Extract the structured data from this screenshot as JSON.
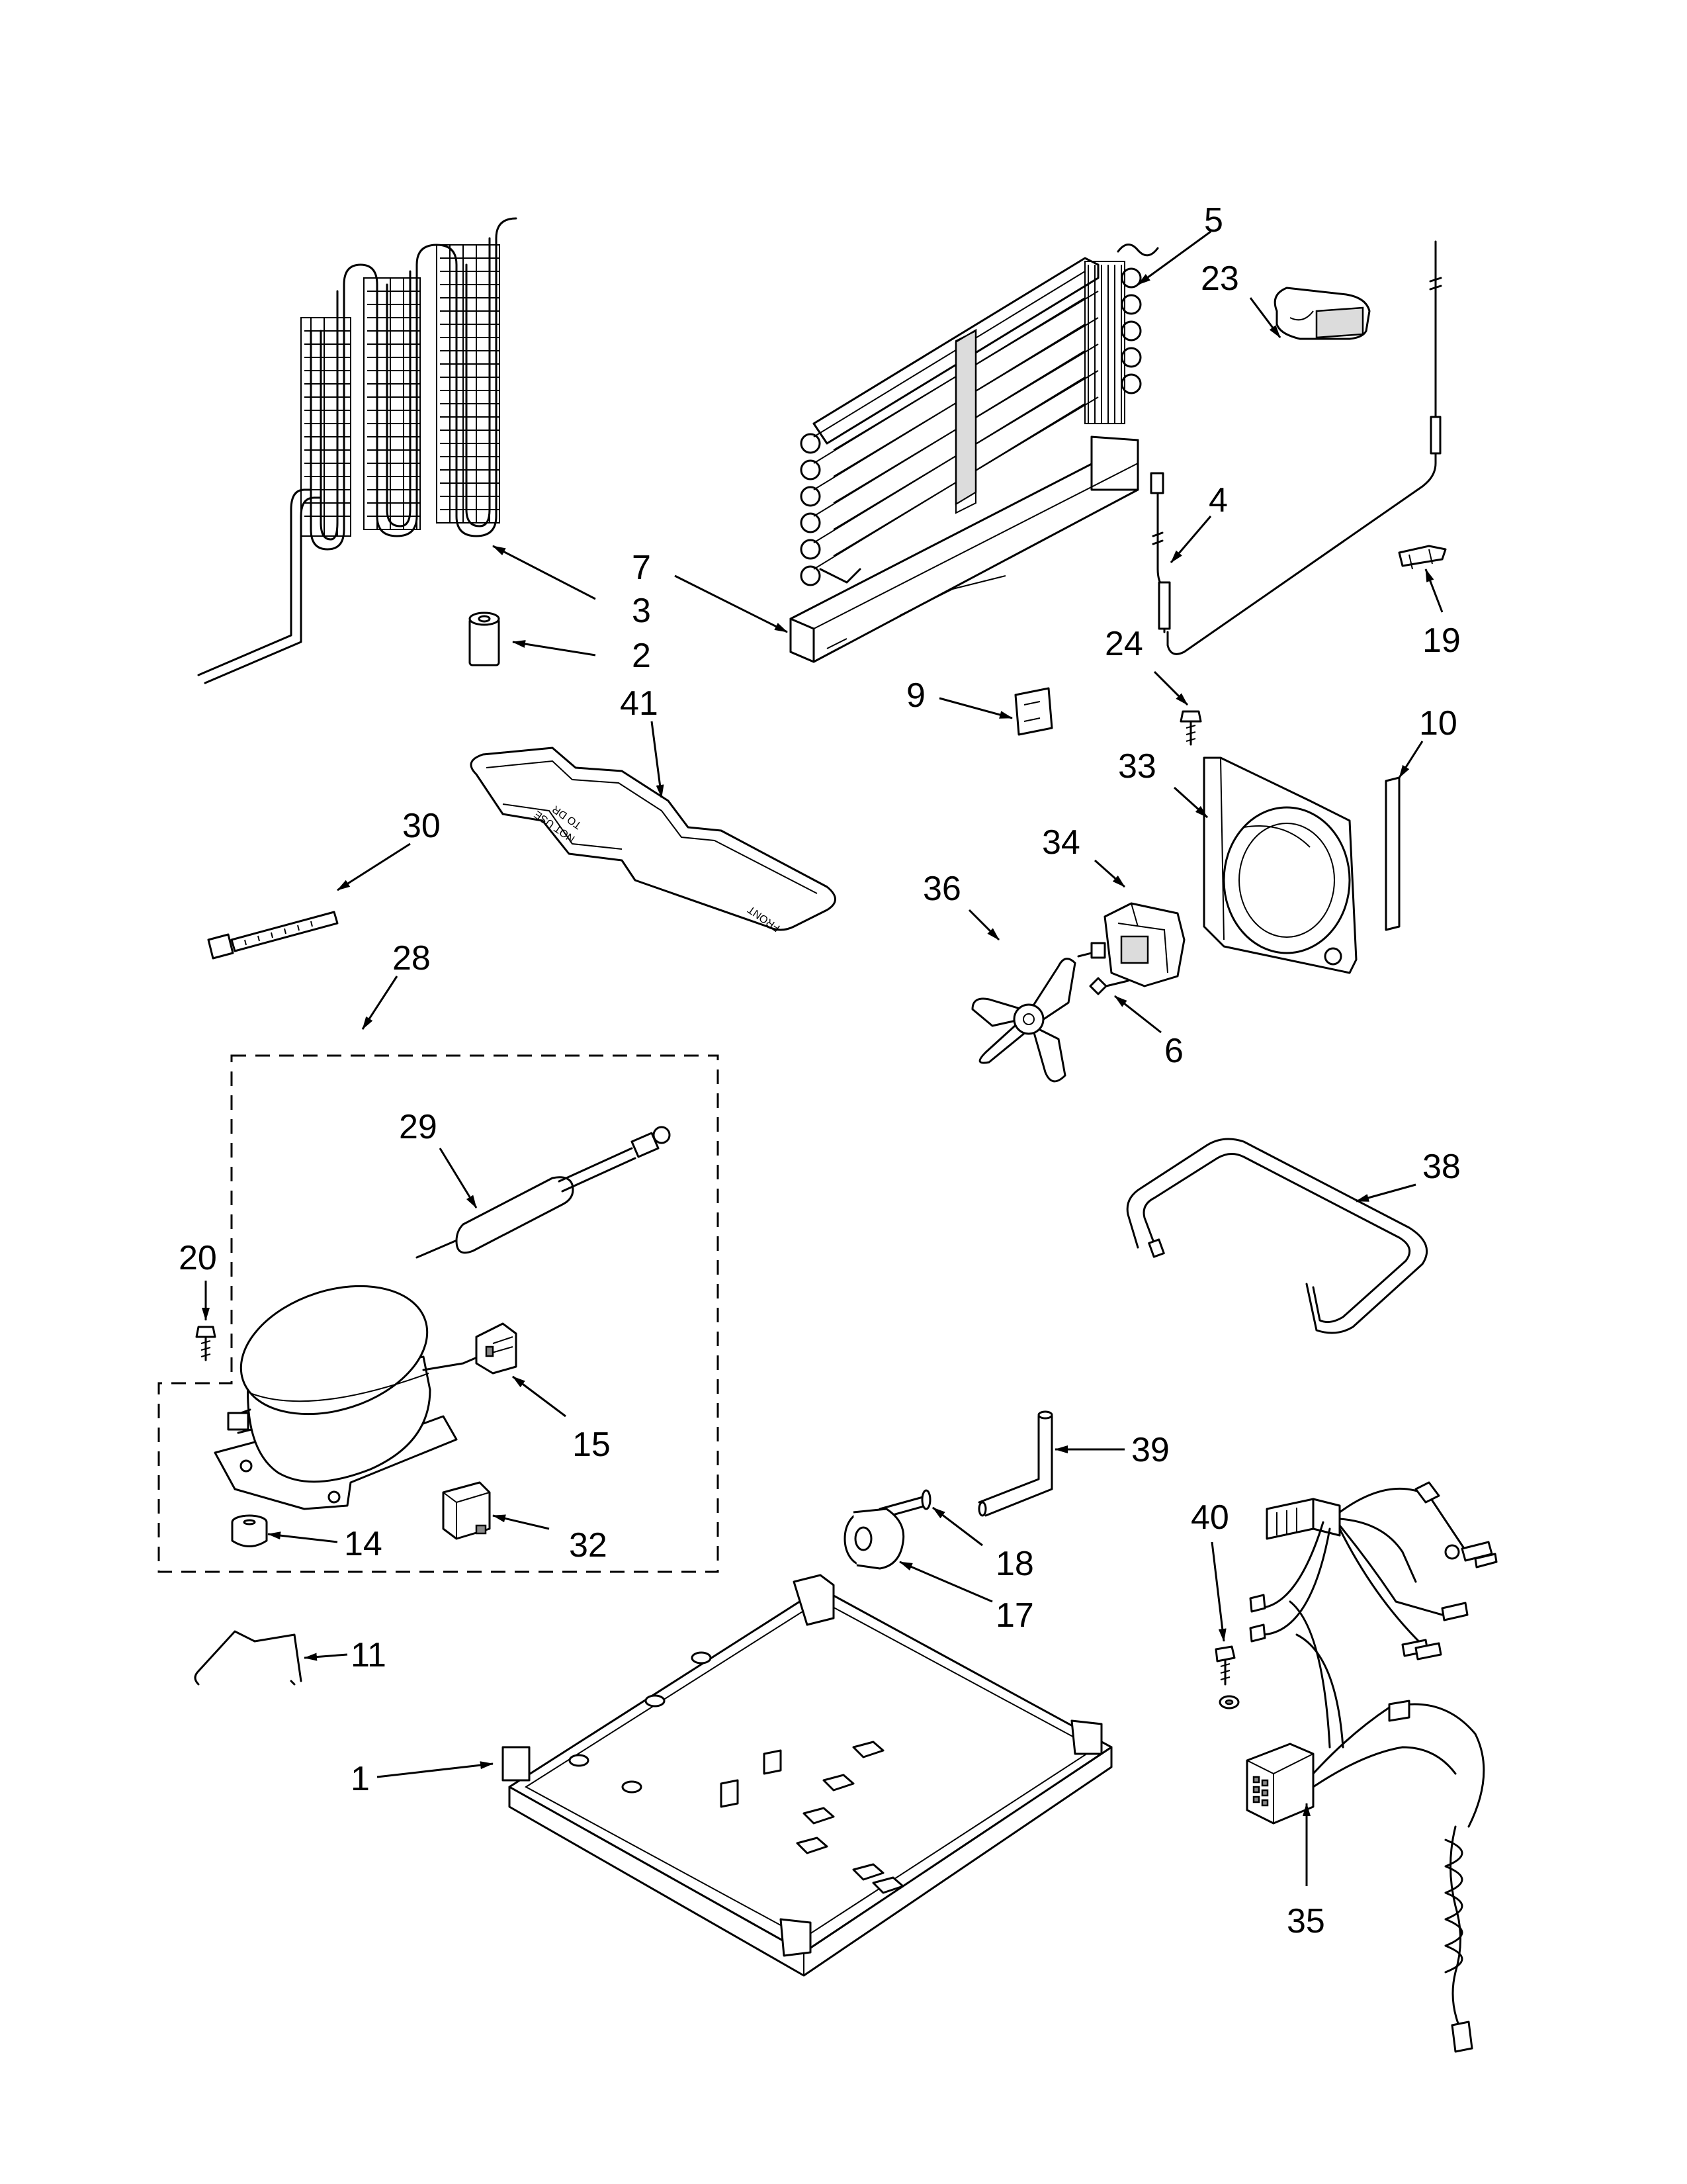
{
  "callouts": [
    {
      "id": "c5",
      "text": "5"
    },
    {
      "id": "c23",
      "text": "23"
    },
    {
      "id": "c4",
      "text": "4"
    },
    {
      "id": "c7",
      "text": "7"
    },
    {
      "id": "c3",
      "text": "3"
    },
    {
      "id": "c2",
      "text": "2"
    },
    {
      "id": "c19",
      "text": "19"
    },
    {
      "id": "c24",
      "text": "24"
    },
    {
      "id": "c41",
      "text": "41"
    },
    {
      "id": "c9",
      "text": "9"
    },
    {
      "id": "c10",
      "text": "10"
    },
    {
      "id": "c33",
      "text": "33"
    },
    {
      "id": "c30",
      "text": "30"
    },
    {
      "id": "c34",
      "text": "34"
    },
    {
      "id": "c36",
      "text": "36"
    },
    {
      "id": "c28",
      "text": "28"
    },
    {
      "id": "c6",
      "text": "6"
    },
    {
      "id": "c29",
      "text": "29"
    },
    {
      "id": "c38",
      "text": "38"
    },
    {
      "id": "c20",
      "text": "20"
    },
    {
      "id": "c15",
      "text": "15"
    },
    {
      "id": "c39",
      "text": "39"
    },
    {
      "id": "c40",
      "text": "40"
    },
    {
      "id": "c14",
      "text": "14"
    },
    {
      "id": "c32",
      "text": "32"
    },
    {
      "id": "c18",
      "text": "18"
    },
    {
      "id": "c17",
      "text": "17"
    },
    {
      "id": "c11",
      "text": "11"
    },
    {
      "id": "c1",
      "text": "1"
    },
    {
      "id": "c35",
      "text": "35"
    }
  ],
  "drain_pan_text": [
    "FRONT",
    "NOT USE",
    "TO DR"
  ]
}
